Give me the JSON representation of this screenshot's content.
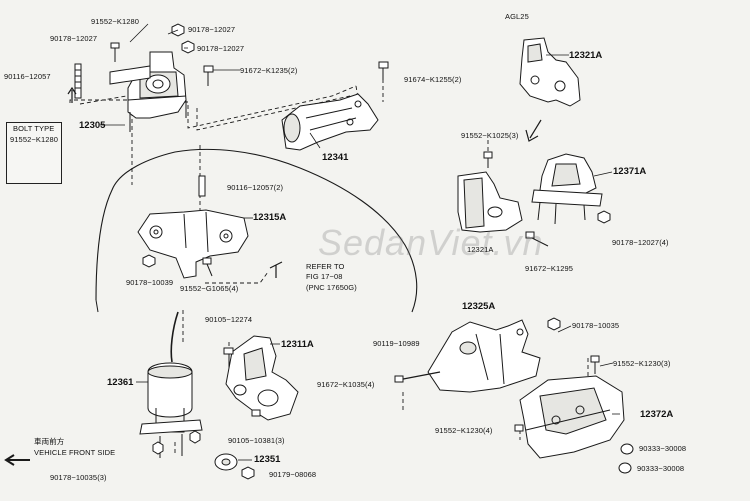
{
  "watermark": "SedanViet.vn",
  "labels": {
    "agl25": "AGL25",
    "p91552_k1280_top": "91552−K1280",
    "p90178_12027_a": "90178−12027",
    "p90178_12027_b": "90178−12027",
    "p90178_12027_c": "90178−12027",
    "p90116_12057": "90116−12057",
    "p91672_k1235": "91672−K1235(2)",
    "p91674_k1255": "91674−K1255(2)",
    "bolt_type": "BOLT TYPE",
    "bolt_type_part": "91552−K1280",
    "p12305": "12305",
    "p12341": "12341",
    "p90116_12057_2": "90116−12057(2)",
    "p12315a": "12315A",
    "p90178_10039": "90178−10039",
    "p91552_g1065": "91552−G1065(4)",
    "refer_to": "REFER TO",
    "fig": "FIG 17−08",
    "pnc": "(PNC 17650G)",
    "p12321a_top": "12321A",
    "p91552_k1025": "91552−K1025(3)",
    "p12371a": "12371A",
    "p12321a_mid": "12321A",
    "p90178_12027_4": "90178−12027(4)",
    "p91672_k1295": "91672−K1295",
    "p12325a": "12325A",
    "p90105_12274": "90105−12274",
    "p12311a": "12311A",
    "p90119_10989": "90119−10989",
    "p90178_10035": "90178−10035",
    "p91552_k1230_3": "91552−K1230(3)",
    "p91672_k1035": "91672−K1035(4)",
    "p12361": "12361",
    "p12372a": "12372A",
    "p90105_10381": "90105−10381(3)",
    "p91552_k1230_4": "91552−K1230(4)",
    "p90333_30008_a": "90333−30008",
    "p90333_30008_b": "90333−30008",
    "p12351": "12351",
    "p90179_08068": "90179−08068",
    "p90178_10035_3": "90178−10035(3)",
    "front_jp": "車両前方",
    "front_en": "VEHICLE FRONT SIDE"
  },
  "colors": {
    "line": "#1a1a1a",
    "background": "#f3f3f0",
    "part_fill": "#ffffff",
    "shade": "#d9d9d4"
  }
}
